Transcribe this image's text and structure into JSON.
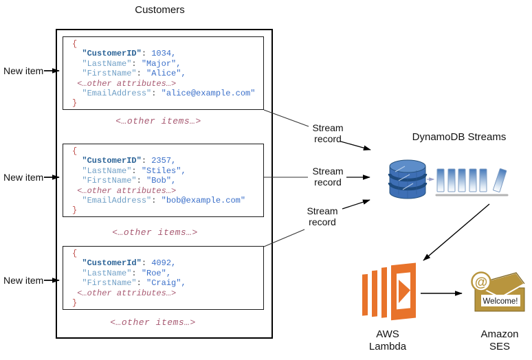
{
  "title": "Customers",
  "labels": {
    "new_item": "New item",
    "stream_record": "Stream record",
    "other_items": "<…other items…>",
    "dynamodb_streams": "DynamoDB Streams",
    "aws_lambda": "AWS Lambda",
    "amazon_ses": "Amazon SES"
  },
  "ses": {
    "at": "@",
    "welcome": "Welcome!"
  },
  "records": [
    {
      "lines": [
        {
          "parts": [
            {
              "t": "{",
              "c": "brace"
            }
          ]
        },
        {
          "parts": [
            {
              "t": "  ",
              "c": "plain"
            },
            {
              "t": "\"CustomerID\"",
              "c": "keyb"
            },
            {
              "t": ": ",
              "c": "plain"
            },
            {
              "t": "1034,",
              "c": "val"
            }
          ]
        },
        {
          "parts": [
            {
              "t": "  ",
              "c": "plain"
            },
            {
              "t": "\"LastName\"",
              "c": "key"
            },
            {
              "t": ": ",
              "c": "plain"
            },
            {
              "t": "\"Major\",",
              "c": "val"
            }
          ]
        },
        {
          "parts": [
            {
              "t": "  ",
              "c": "plain"
            },
            {
              "t": "\"FirstName\"",
              "c": "key"
            },
            {
              "t": ": ",
              "c": "plain"
            },
            {
              "t": "\"Alice\",",
              "c": "val"
            }
          ]
        },
        {
          "parts": [
            {
              "t": " ",
              "c": "plain"
            },
            {
              "t": "<…other attributes…>",
              "c": "meta"
            }
          ]
        },
        {
          "parts": [
            {
              "t": "  ",
              "c": "plain"
            },
            {
              "t": "\"EmailAddress\"",
              "c": "key"
            },
            {
              "t": ": ",
              "c": "plain"
            },
            {
              "t": "\"alice@example.com\"",
              "c": "val"
            }
          ]
        },
        {
          "parts": [
            {
              "t": "}",
              "c": "brace"
            }
          ]
        }
      ]
    },
    {
      "lines": [
        {
          "parts": [
            {
              "t": "{",
              "c": "brace"
            }
          ]
        },
        {
          "parts": [
            {
              "t": "  ",
              "c": "plain"
            },
            {
              "t": "\"CustomerID\"",
              "c": "keyb"
            },
            {
              "t": ": ",
              "c": "plain"
            },
            {
              "t": "2357,",
              "c": "val"
            }
          ]
        },
        {
          "parts": [
            {
              "t": "  ",
              "c": "plain"
            },
            {
              "t": "\"LastName\"",
              "c": "key"
            },
            {
              "t": ": ",
              "c": "plain"
            },
            {
              "t": "\"Stiles\",",
              "c": "val"
            }
          ]
        },
        {
          "parts": [
            {
              "t": "  ",
              "c": "plain"
            },
            {
              "t": "\"FirstName\"",
              "c": "key"
            },
            {
              "t": ": ",
              "c": "plain"
            },
            {
              "t": "\"Bob\",",
              "c": "val"
            }
          ]
        },
        {
          "parts": [
            {
              "t": " ",
              "c": "plain"
            },
            {
              "t": "<…other attributes…>",
              "c": "meta"
            }
          ]
        },
        {
          "parts": [
            {
              "t": "  ",
              "c": "plain"
            },
            {
              "t": "\"EmailAddress\"",
              "c": "key"
            },
            {
              "t": ": ",
              "c": "plain"
            },
            {
              "t": "\"bob@example.com\"",
              "c": "val"
            }
          ]
        },
        {
          "parts": [
            {
              "t": "}",
              "c": "brace"
            }
          ]
        }
      ]
    },
    {
      "lines": [
        {
          "parts": [
            {
              "t": "{",
              "c": "brace"
            }
          ]
        },
        {
          "parts": [
            {
              "t": "  ",
              "c": "plain"
            },
            {
              "t": "\"CustomerId\"",
              "c": "keyb"
            },
            {
              "t": ": ",
              "c": "plain"
            },
            {
              "t": "4092,",
              "c": "val"
            }
          ]
        },
        {
          "parts": [
            {
              "t": "  ",
              "c": "plain"
            },
            {
              "t": "\"LastName\"",
              "c": "key"
            },
            {
              "t": ": ",
              "c": "plain"
            },
            {
              "t": "\"Roe\",",
              "c": "val"
            }
          ]
        },
        {
          "parts": [
            {
              "t": "  ",
              "c": "plain"
            },
            {
              "t": "\"FirstName\"",
              "c": "key"
            },
            {
              "t": ": ",
              "c": "plain"
            },
            {
              "t": "\"Craig\",",
              "c": "val"
            }
          ]
        },
        {
          "parts": [
            {
              "t": " ",
              "c": "plain"
            },
            {
              "t": "<…other attributes…>",
              "c": "meta"
            }
          ]
        },
        {
          "parts": [
            {
              "t": "}",
              "c": "brace"
            }
          ]
        }
      ]
    }
  ],
  "icons": {
    "dynamodb": "dynamodb-cylinder",
    "stream": "stream-shard-blocks",
    "lambda": "aws-lambda-orange",
    "ses": "email-envelope-at"
  },
  "colors": {
    "code_key": "#6f9fc6",
    "code_key_bold": "#2b6397",
    "code_value": "#3a6fc9",
    "code_brace": "#c0524e",
    "code_meta": "#a85a72",
    "dynamodb_blue": "#3E6FB5",
    "lambda_orange": "#E8732B",
    "ses_gold": "#B8953E"
  }
}
